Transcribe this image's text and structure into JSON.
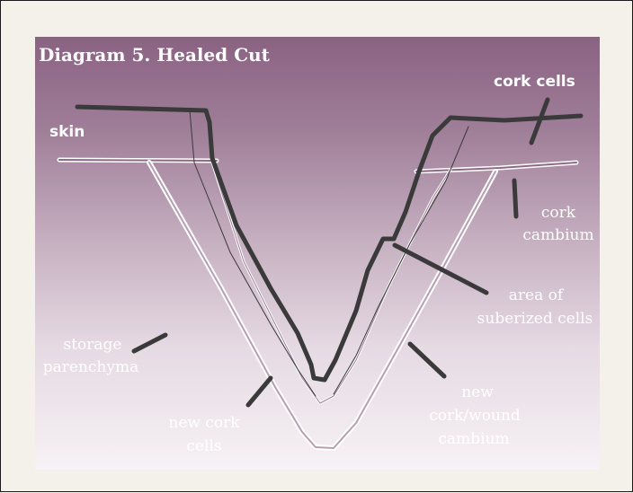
{
  "title": "Diagram 5. Healed Cut",
  "labels": {
    "skin": "skin",
    "cork_cells": "cork cells",
    "cork_cambium_1": "cork",
    "cork_cambium_2": "cambium",
    "suberized_1": "area of",
    "suberized_2": "suberized cells",
    "storage_1": "storage",
    "storage_2": "parenchyma",
    "new_cork_cells_1": "new cork",
    "new_cork_cells_2": "cells",
    "wound_1": "new",
    "wound_2": "cork/wound",
    "wound_3": "cambium"
  },
  "colors": {
    "panel_top": "#8a6282",
    "panel_bottom": "#f6f2f5",
    "line_dark": "#3a3a3a",
    "line_light": "#ffffff"
  }
}
